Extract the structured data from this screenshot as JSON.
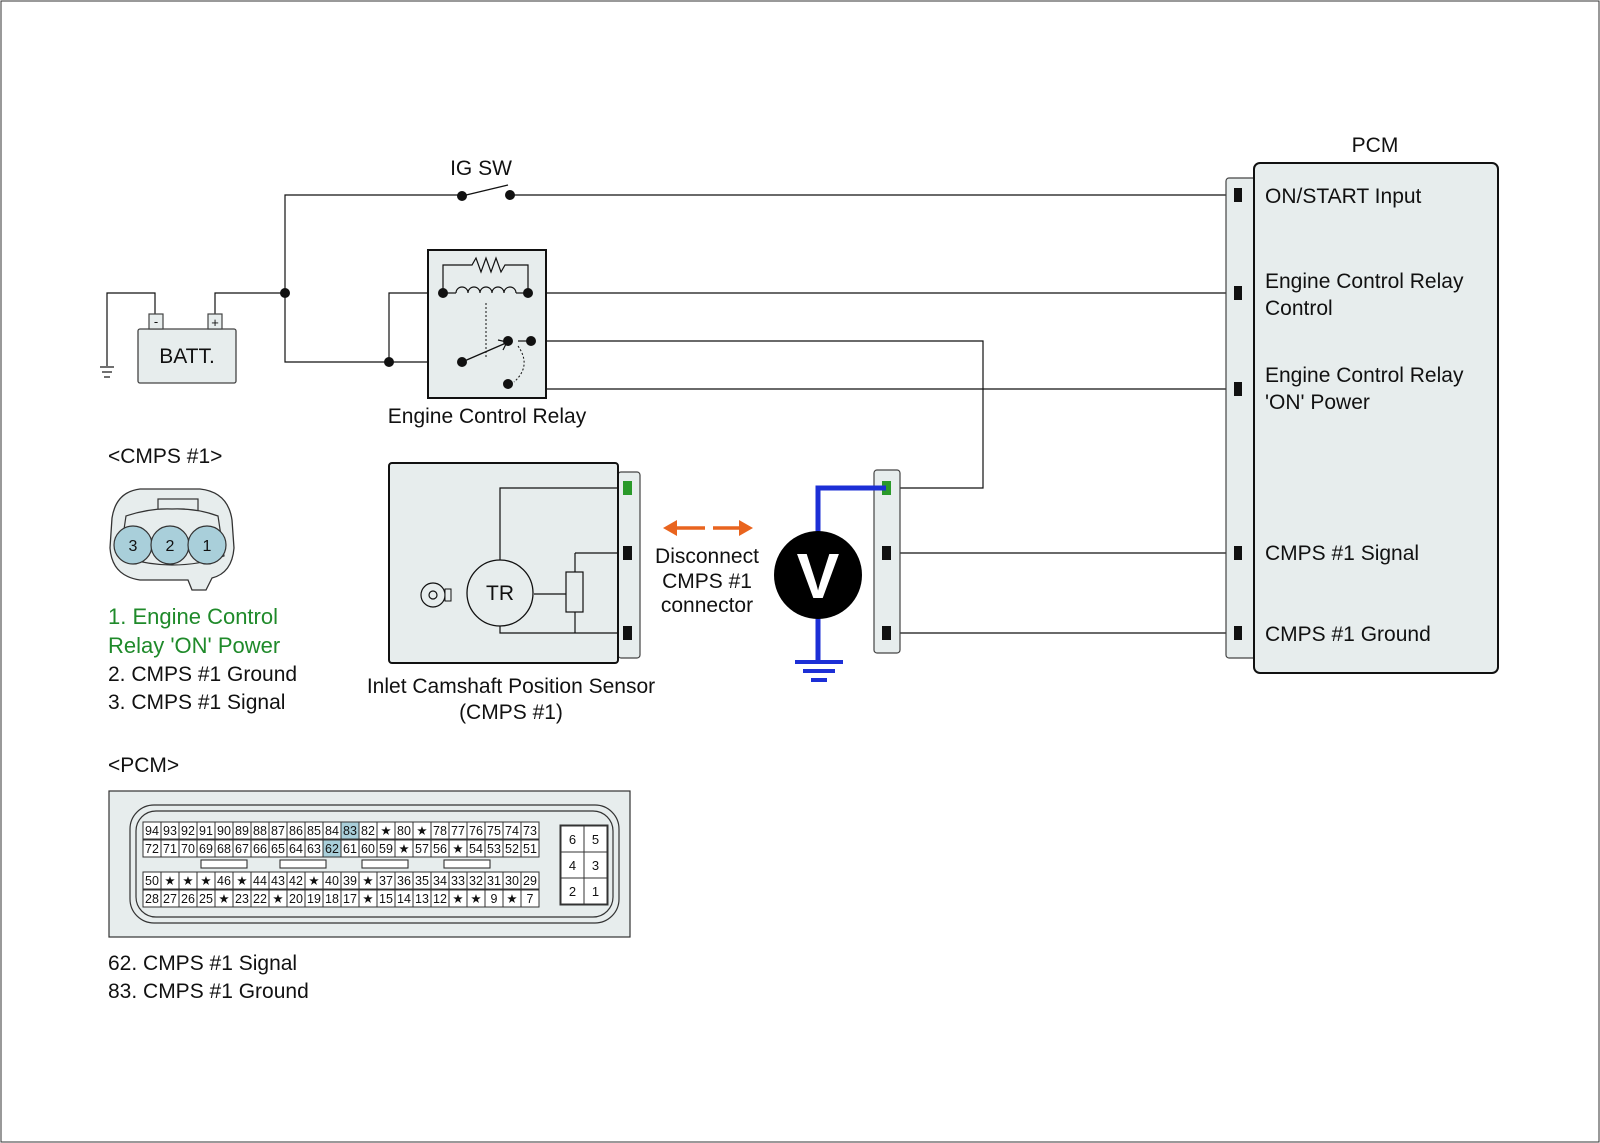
{
  "diagram": {
    "battery_label": "BATT.",
    "battery_minus": "-",
    "battery_plus": "+",
    "ig_sw_label": "IG SW",
    "relay_label": "Engine Control Relay",
    "pcm_title": "PCM",
    "pcm_pins": {
      "on_start": "ON/START Input",
      "ecr_control_1": "Engine Control Relay",
      "ecr_control_2": "Control",
      "ecr_power_1": "Engine Control Relay",
      "ecr_power_2": "'ON' Power",
      "cmps_signal": "CMPS #1 Signal",
      "cmps_ground": "CMPS #1 Ground"
    },
    "sensor": {
      "tr_label": "TR",
      "label_line1": "Inlet Camshaft Position Sensor",
      "label_line2": "(CMPS #1)"
    },
    "disconnect": {
      "line1": "Disconnect",
      "line2": "CMPS #1",
      "line3": "connector"
    },
    "voltmeter_symbol": "V",
    "cmps_connector": {
      "title": "<CMPS #1>",
      "pins": [
        "3",
        "2",
        "1"
      ],
      "legend": [
        "1. Engine Control",
        "Relay 'ON' Power",
        "2. CMPS #1 Ground",
        "3. CMPS #1 Signal"
      ]
    },
    "pcm_connector": {
      "title": "<PCM>",
      "row1": [
        "94",
        "93",
        "92",
        "91",
        "90",
        "89",
        "88",
        "87",
        "86",
        "85",
        "84",
        "83",
        "82",
        "★",
        "80",
        "★",
        "78",
        "77",
        "76",
        "75",
        "74",
        "73"
      ],
      "row2": [
        "72",
        "71",
        "70",
        "69",
        "68",
        "67",
        "66",
        "65",
        "64",
        "63",
        "62",
        "61",
        "60",
        "59",
        "★",
        "57",
        "56",
        "★",
        "54",
        "53",
        "52",
        "51"
      ],
      "row3": [
        "50",
        "★",
        "★",
        "★",
        "46",
        "★",
        "44",
        "43",
        "42",
        "★",
        "40",
        "39",
        "★",
        "37",
        "36",
        "35",
        "34",
        "33",
        "32",
        "31",
        "30",
        "29"
      ],
      "row4": [
        "28",
        "27",
        "26",
        "25",
        "★",
        "23",
        "22",
        "★",
        "20",
        "19",
        "18",
        "17",
        "★",
        "15",
        "14",
        "13",
        "12",
        "★",
        "★",
        "9",
        "★",
        "7"
      ],
      "small_block": [
        [
          "6",
          "5"
        ],
        [
          "4",
          "3"
        ],
        [
          "2",
          "1"
        ]
      ],
      "legend": [
        "62. CMPS #1 Signal",
        "83. CMPS #1 Ground"
      ]
    },
    "colors": {
      "wire": "#111111",
      "panel_fill": "#e7eded",
      "highlight_pin": "#a9cfda",
      "green_text": "#1f8a2a",
      "green_terminal": "#2a9a2a",
      "probe_blue": "#1c2fd6",
      "arrow_orange": "#e9641e"
    }
  }
}
